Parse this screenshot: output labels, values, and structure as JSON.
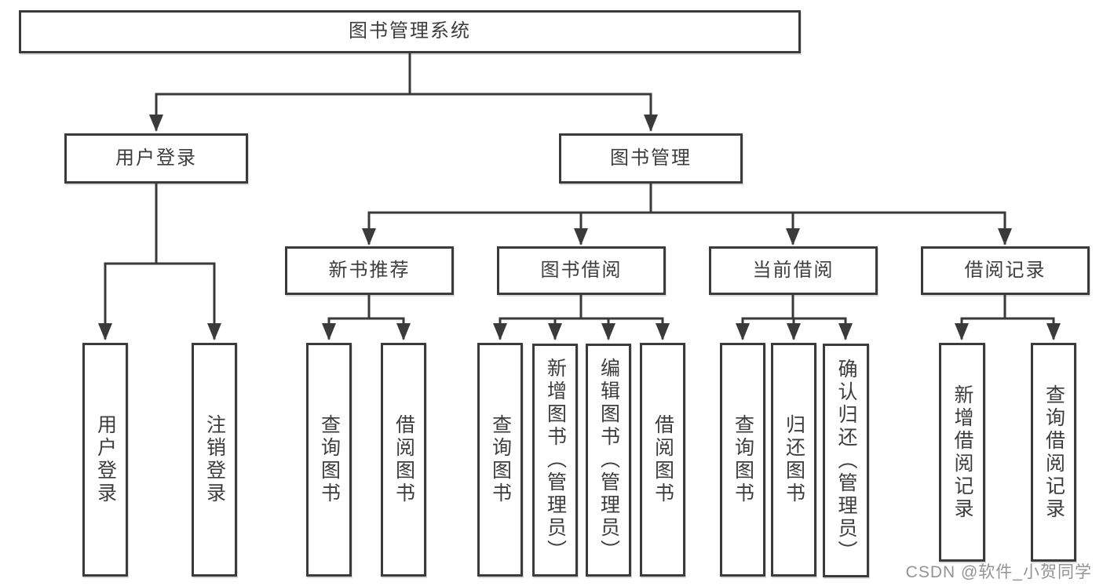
{
  "tree": {
    "root": {
      "label": "图书管理系统"
    },
    "branches": [
      {
        "label": "用户登录",
        "children": [
          {
            "label": "用户登录"
          },
          {
            "label": "注销登录"
          }
        ]
      },
      {
        "label": "图书管理",
        "children": [
          {
            "label": "新书推荐",
            "children": [
              {
                "label": "查询图书"
              },
              {
                "label": "借阅图书"
              }
            ]
          },
          {
            "label": "图书借阅",
            "children": [
              {
                "label": "查询图书"
              },
              {
                "label": "新增图书（管理员）"
              },
              {
                "label": "编辑图书（管理员）"
              },
              {
                "label": "借阅图书"
              }
            ]
          },
          {
            "label": "当前借阅",
            "children": [
              {
                "label": "查询图书"
              },
              {
                "label": "归还图书"
              },
              {
                "label": "确认归还（管理员）"
              }
            ]
          },
          {
            "label": "借阅记录",
            "children": [
              {
                "label": "新增借阅记录"
              },
              {
                "label": "查询借阅记录"
              }
            ]
          }
        ]
      }
    ]
  },
  "watermark": {
    "text": "CSDN @软件_小贺同学"
  },
  "colors": {
    "line": "#3a3a3a",
    "box_border": "#3b3b3b",
    "box_background": "#ffffff",
    "text": "#3d3d3d",
    "watermark": "#8a8a8a"
  }
}
